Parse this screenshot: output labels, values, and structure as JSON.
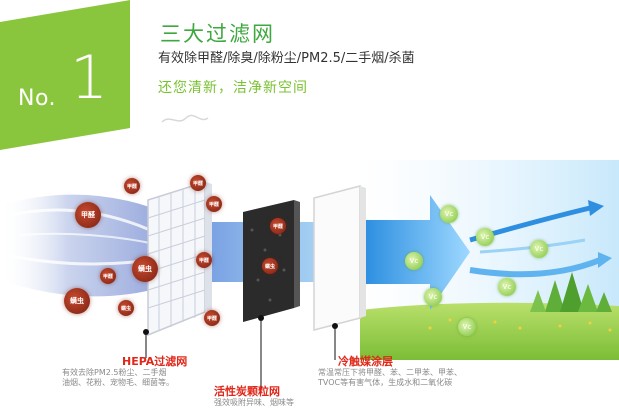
{
  "badge": {
    "prefix": "No.",
    "number": "1",
    "color": "#8ac53e"
  },
  "heading": {
    "title": "三大过滤网",
    "subtitle": "有效除甲醛/除臭/除粉尘/PM2.5/二手烟/杀菌",
    "slogan": "还您清新，洁净新空间"
  },
  "particles": {
    "formaldehyde": "甲醛",
    "mite": "螨虫",
    "vc": "Vc"
  },
  "filters": [
    {
      "title": "HEPA过滤网",
      "lines": [
        "有效去除PM2.5粉尘、二手烟",
        "油烟、花粉、宠物毛、细菌等。"
      ]
    },
    {
      "title": "活性炭颗粒网",
      "lines": [
        "强效吸附异味、烟味等"
      ]
    },
    {
      "title": "冷触媒涂层",
      "lines": [
        "常温常压下将甲醛、苯、二甲苯、甲苯、",
        "TVOC等有害气体，生成水和二氧化碳"
      ]
    }
  ],
  "colors": {
    "accent_green": "#3ea83f",
    "label_red": "#e0281a",
    "arrow_blue": "#2e9be6"
  }
}
